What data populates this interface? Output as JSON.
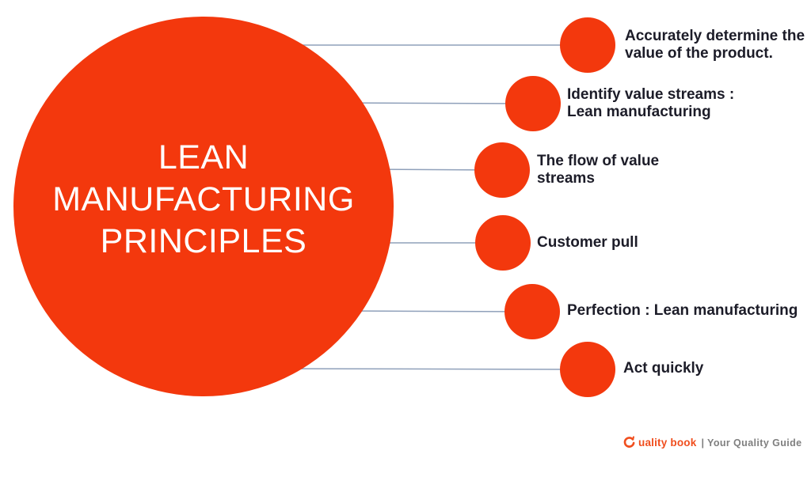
{
  "main": {
    "title": "LEAN\nMANUFACTURING\nPRINCIPLES"
  },
  "principles": [
    {
      "label": "Accurately determine the\nvalue of the product."
    },
    {
      "label": "Identify value streams :\nLean manufacturing"
    },
    {
      "label": "The flow of value\nstreams"
    },
    {
      "label": "Customer pull"
    },
    {
      "label": "Perfection : Lean manufacturing"
    },
    {
      "label": "Act quickly"
    }
  ],
  "footer": {
    "brand": "uality book",
    "tagline": "| Your Quality Guide"
  },
  "colors": {
    "accent_red": "#F3380D",
    "connector_line": "#8FA0BA",
    "text_dark": "#1C1C28",
    "logo_orange": "#F04E1E",
    "tagline_gray": "#7F7F7F",
    "title_white": "#FFFFFF"
  }
}
